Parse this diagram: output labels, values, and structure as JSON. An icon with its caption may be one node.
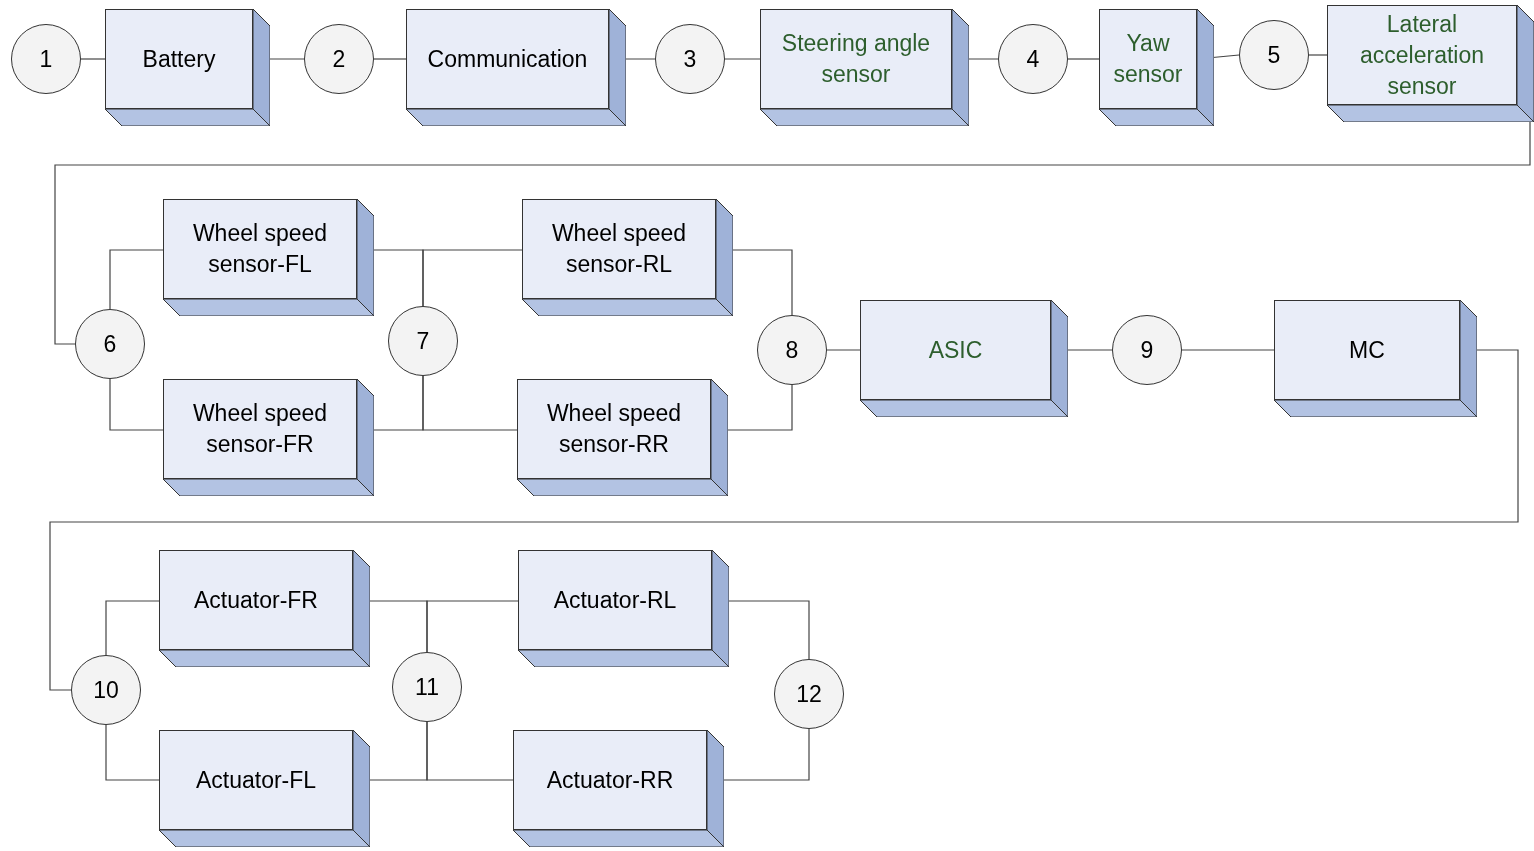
{
  "diagram": {
    "nodes": [
      {
        "text": [
          "1"
        ]
      },
      {
        "text": [
          "Battery"
        ]
      },
      {
        "text": [
          "2"
        ]
      },
      {
        "text": [
          "Communication"
        ]
      },
      {
        "text": [
          "3"
        ]
      },
      {
        "text": [
          "Steering angle sensor"
        ]
      },
      {
        "text": [
          "4"
        ]
      },
      {
        "text": [
          "Yaw sensor"
        ]
      },
      {
        "text": [
          "5"
        ]
      },
      {
        "text": [
          "Lateral acceleration sensor"
        ]
      },
      {
        "text": [
          "Wheel speed sensor-FL"
        ]
      },
      {
        "text": [
          "Wheel speed sensor-RL"
        ]
      },
      {
        "text": [
          "6"
        ]
      },
      {
        "text": [
          "7"
        ]
      },
      {
        "text": [
          "8"
        ]
      },
      {
        "text": [
          "ASIC"
        ]
      },
      {
        "text": [
          "9"
        ]
      },
      {
        "text": [
          "MC"
        ]
      },
      {
        "text": [
          "Wheel speed sensor-FR"
        ]
      },
      {
        "text": [
          "Wheel speed sensor-RR"
        ]
      },
      {
        "text": [
          "Actuator-FR"
        ]
      },
      {
        "text": [
          "Actuator-RL"
        ]
      },
      {
        "text": [
          "10"
        ]
      },
      {
        "text": [
          "11"
        ]
      },
      {
        "text": [
          "12"
        ]
      },
      {
        "text": [
          "Actuator-FL"
        ]
      },
      {
        "text": [
          "Actuator-RR"
        ]
      }
    ],
    "edges": [
      {
        "from": 0,
        "to": 1,
        "arrow": "none"
      },
      {
        "from": 1,
        "to": 2,
        "arrow": "none"
      },
      {
        "from": 2,
        "to": 3,
        "arrow": "none"
      },
      {
        "from": 3,
        "to": 4,
        "arrow": "none"
      },
      {
        "from": 4,
        "to": 5,
        "arrow": "none"
      },
      {
        "from": 5,
        "to": 6,
        "arrow": "none"
      },
      {
        "from": 6,
        "to": 7,
        "arrow": "none"
      },
      {
        "from": 7,
        "to": 8,
        "arrow": "none"
      },
      {
        "from": 8,
        "to": 9,
        "arrow": "none"
      },
      {
        "from": 9,
        "to": 12,
        "arrow": "none"
      },
      {
        "from": 12,
        "to": 10,
        "arrow": "none"
      },
      {
        "from": 12,
        "to": 18,
        "arrow": "none"
      },
      {
        "from": 10,
        "to": 13,
        "arrow": "none"
      },
      {
        "from": 18,
        "to": 13,
        "arrow": "none"
      },
      {
        "from": 13,
        "to": 11,
        "arrow": "none"
      },
      {
        "from": 13,
        "to": 19,
        "arrow": "none"
      },
      {
        "from": 11,
        "to": 14,
        "arrow": "none"
      },
      {
        "from": 19,
        "to": 14,
        "arrow": "none"
      },
      {
        "from": 14,
        "to": 15,
        "arrow": "none"
      },
      {
        "from": 15,
        "to": 16,
        "arrow": "none"
      },
      {
        "from": 16,
        "to": 17,
        "arrow": "none"
      },
      {
        "from": 17,
        "to": 22,
        "arrow": "none"
      },
      {
        "from": 22,
        "to": 20,
        "arrow": "none"
      },
      {
        "from": 22,
        "to": 25,
        "arrow": "none"
      },
      {
        "from": 20,
        "to": 23,
        "arrow": "none"
      },
      {
        "from": 25,
        "to": 23,
        "arrow": "none"
      },
      {
        "from": 23,
        "to": 21,
        "arrow": "none"
      },
      {
        "from": 23,
        "to": 26,
        "arrow": "none"
      },
      {
        "from": 21,
        "to": 24,
        "arrow": "none"
      },
      {
        "from": 26,
        "to": 24,
        "arrow": "none"
      }
    ]
  }
}
